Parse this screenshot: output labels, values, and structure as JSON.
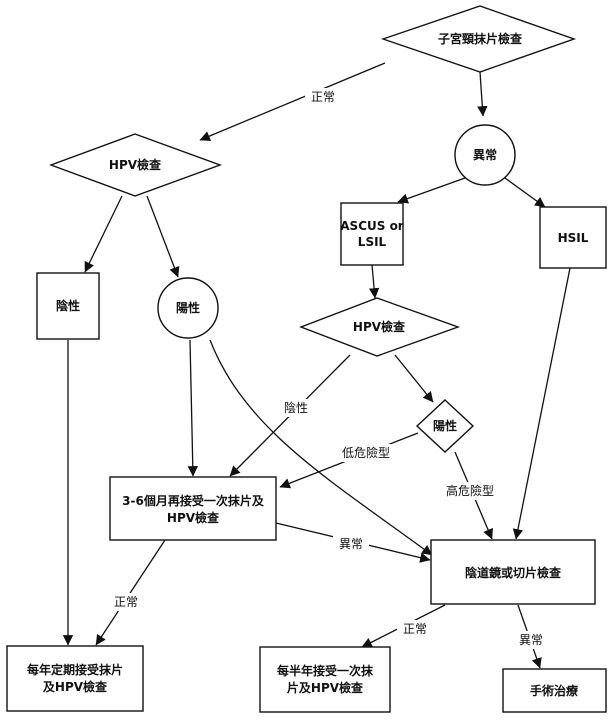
{
  "nodes": {
    "pap": "子宮頸抹片檢查",
    "hpv_top": "HPV檢查",
    "abnormal": "異常",
    "neg": "陰性",
    "pos": "陽性",
    "ascus_1": "ASCUS or",
    "ascus_2": "LSIL",
    "hsil": "HSIL",
    "hpv_mid": "HPV檢查",
    "pos_mid": "陽性",
    "repeat_1": "3-6個月再接受一次抹片及",
    "repeat_2": "HPV檢查",
    "colpo": "陰道鏡或切片檢查",
    "yearly_1": "每年定期接受抹片",
    "yearly_2": "及HPV檢查",
    "half_1": "每半年接受一次抹",
    "half_2": "片及HPV檢查",
    "surgery": "手術治療"
  },
  "edges": {
    "normal_top": "正常",
    "negative": "陰性",
    "low_risk": "低危險型",
    "high_risk": "高危險型",
    "abnormal_mid": "異常",
    "normal_left": "正常",
    "normal_bottom": "正常",
    "abnormal_bottom": "異常"
  }
}
